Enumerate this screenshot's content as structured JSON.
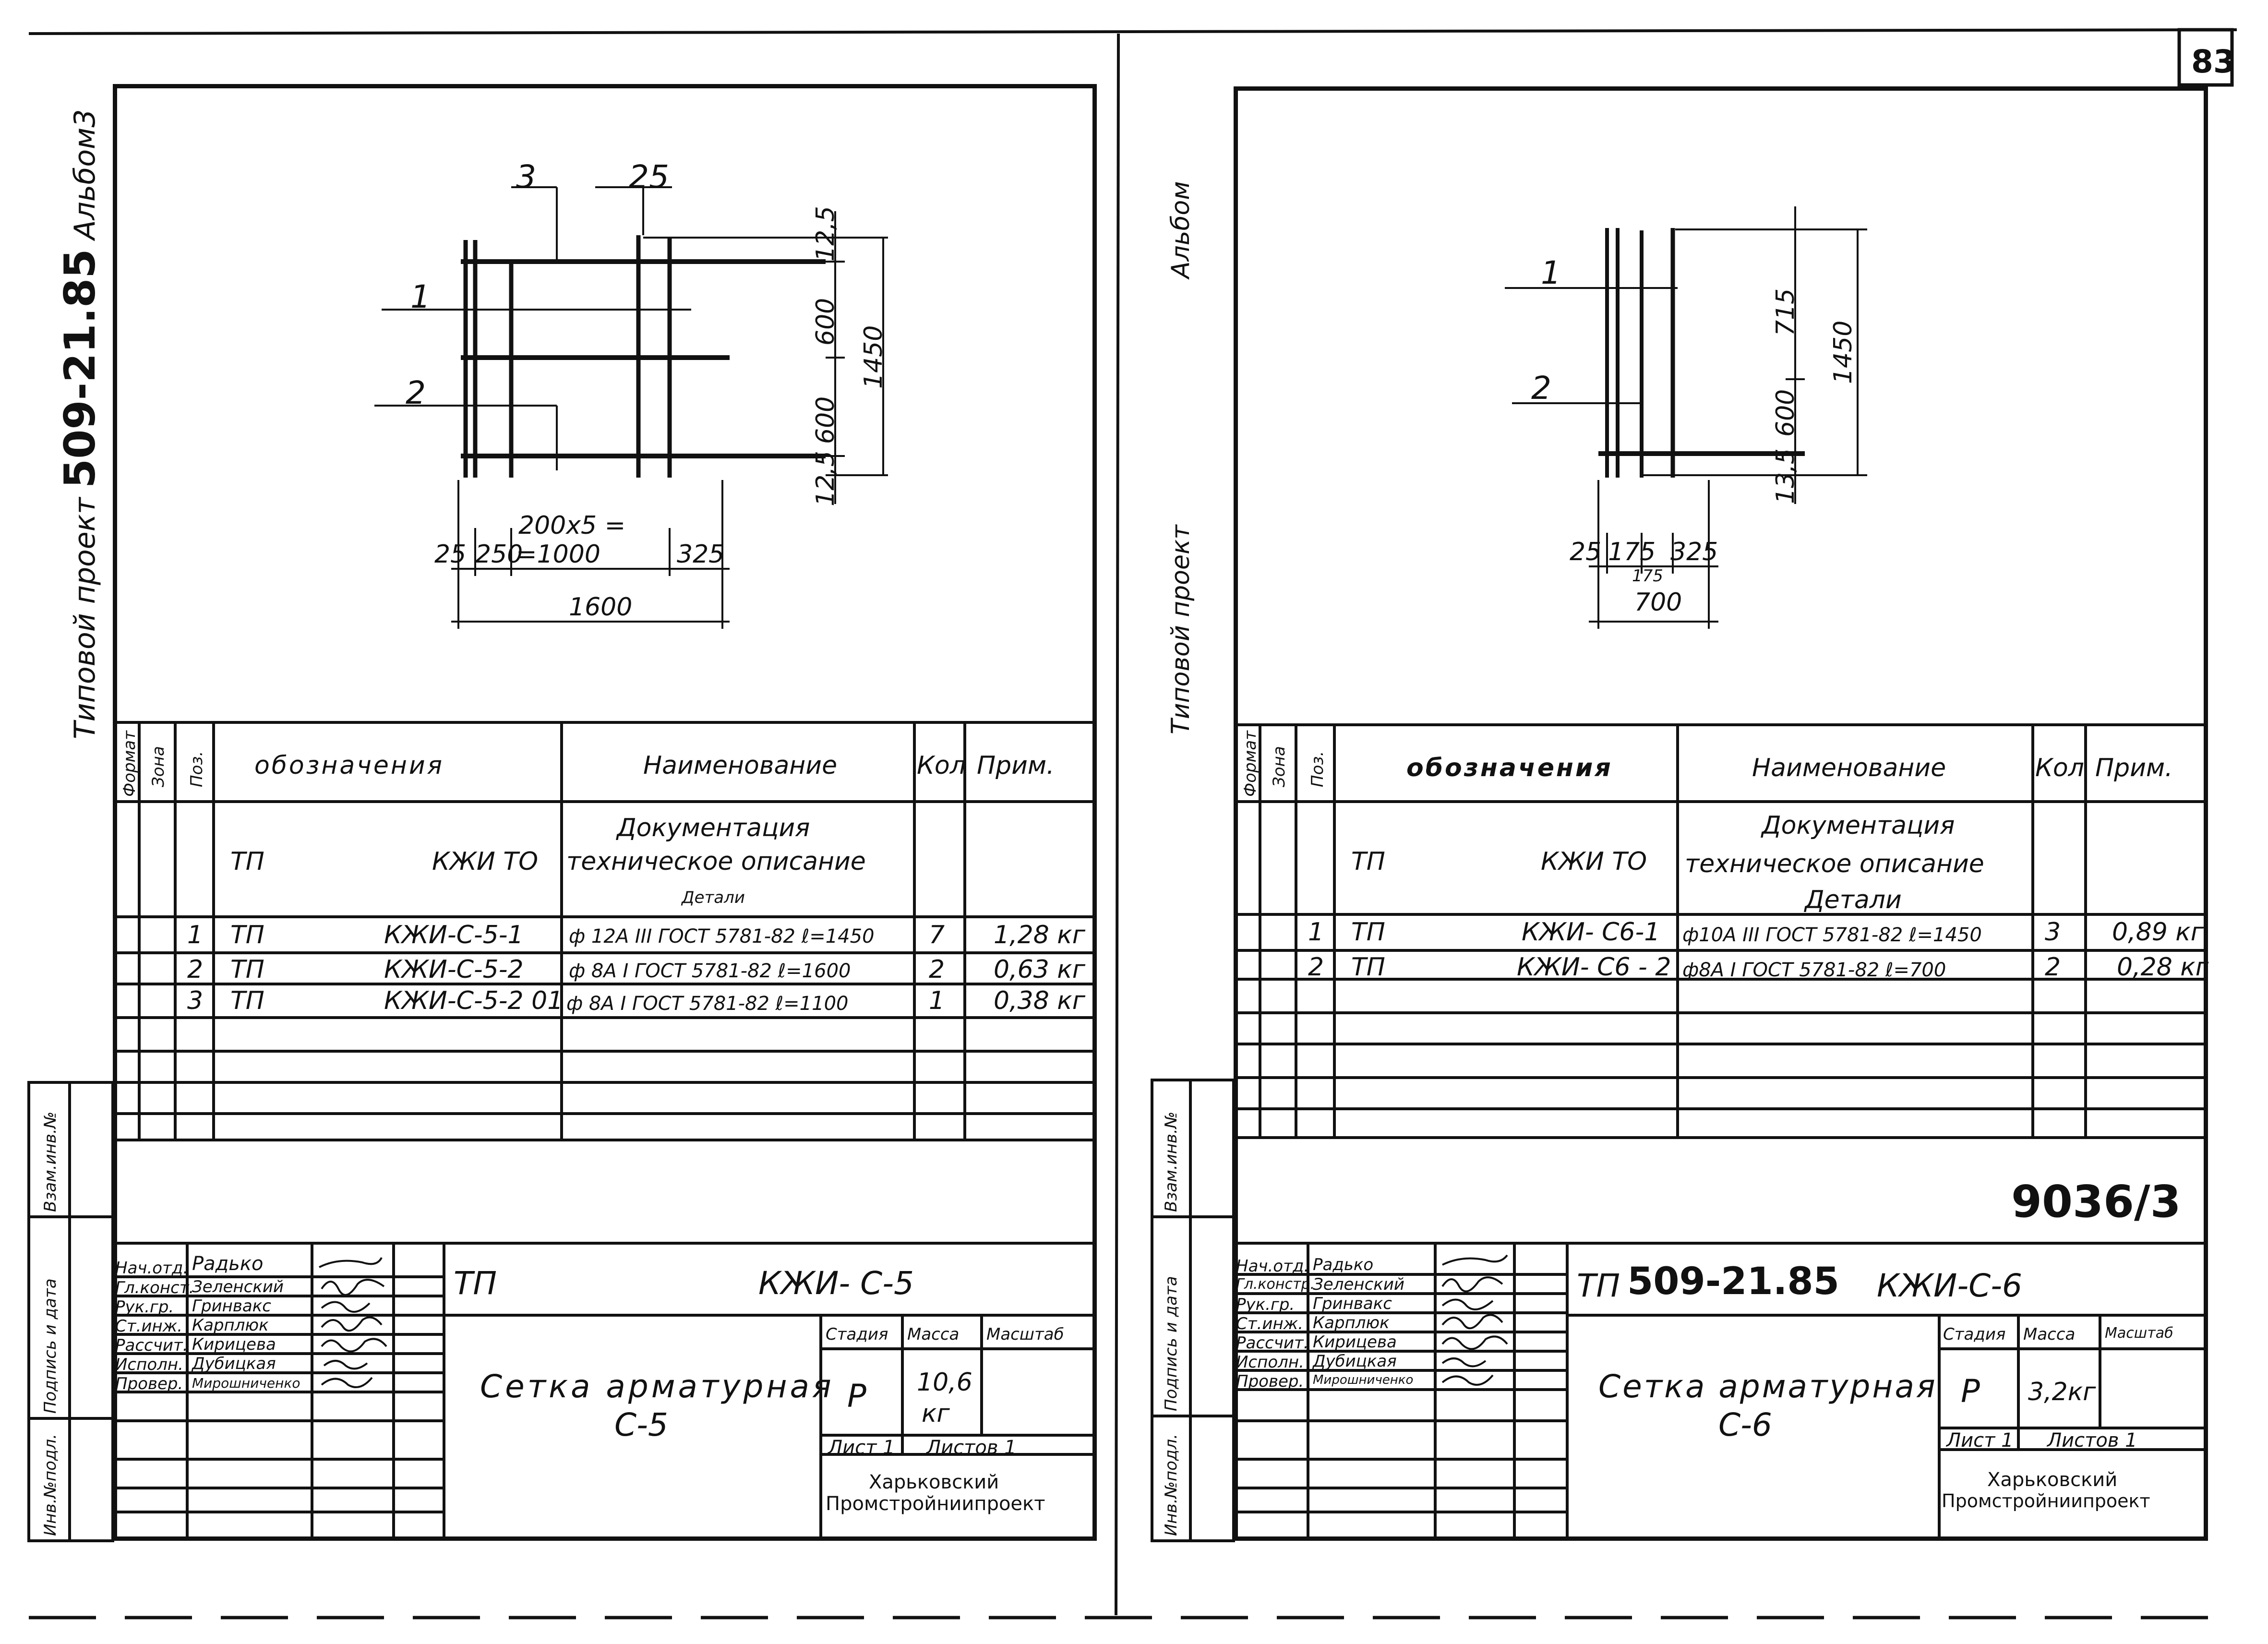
{
  "page_number": "83",
  "left": {
    "side_caption": {
      "prefix": "Типовой проект",
      "number": "509-21.85",
      "suffix": "Альбом3"
    },
    "drawing": {
      "pos_labels": [
        "3",
        "25",
        "1",
        "2"
      ],
      "dims_right": [
        "12,5",
        "600",
        "600",
        "12,5",
        "1450"
      ],
      "dims_bottom": [
        "25",
        "250",
        "200x5 =",
        "=1000",
        "325",
        "1600"
      ]
    },
    "spec": {
      "col_headers": {
        "format": "Формат",
        "zone": "Зона",
        "pos": "Поз.",
        "designation": "обозначения",
        "name": "Наименование",
        "qty": "Кол",
        "note": "Прим."
      },
      "doc_row": {
        "designation_a": "ТП",
        "designation_b": "КЖИ ТО",
        "name_1": "Документация",
        "name_2": "техническое описание",
        "name_3": "Детали"
      },
      "rows": [
        {
          "pos": "1",
          "tp": "ТП",
          "code": "КЖИ-С-5-1",
          "name": "ф 12А III  ГОСТ 5781-82 ℓ=1450",
          "qty": "7",
          "note": "1,28 кг"
        },
        {
          "pos": "2",
          "tp": "ТП",
          "code": "КЖИ-С-5-2",
          "name": "ф 8А I  ГОСТ 5781-82 ℓ=1600",
          "qty": "2",
          "note": "0,63 кг"
        },
        {
          "pos": "3",
          "tp": "ТП",
          "code": "КЖИ-С-5-2 01",
          "name": "ф 8А I  ГОСТ 5781-82 ℓ=1100",
          "qty": "1",
          "note": "0,38 кг"
        }
      ]
    },
    "left_strip": [
      "Взам.инв.№",
      "Подпись и дата",
      "Инв.№подл."
    ],
    "title_block": {
      "roles": [
        "Нач.отд.",
        "Гл.конст.",
        "Рук.гр.",
        "Ст.инж.",
        "Рассчит.",
        "Исполн.",
        "Провер."
      ],
      "names": [
        "Радько",
        "Зеленский",
        "Гринвакс",
        "Карплюк",
        "Кирицева",
        "Дубицкая",
        "Мирошниченко"
      ],
      "doc_code_a": "ТП",
      "doc_code_b": "КЖИ- С-5",
      "title_1": "Сетка арматурная",
      "title_2": "С-5",
      "stage_label": "Стадия",
      "mass_label": "Масса",
      "scale_label": "Масштаб",
      "stage": "Р",
      "mass": "10,6",
      "mass_unit": "кг",
      "sheet": "Лист 1",
      "sheets": "Листов 1",
      "org_1": "Харьковский",
      "org_2": "Промстройниипроект"
    }
  },
  "right": {
    "side_caption": {
      "prefix": "Типовой проект",
      "suffix": "Альбом"
    },
    "drawing": {
      "pos_labels": [
        "1",
        "2"
      ],
      "dims_right": [
        "715",
        "600",
        "13,5",
        "1450"
      ],
      "dims_bottom": [
        "25",
        "175",
        "325",
        "175",
        "700"
      ]
    },
    "spec": {
      "col_headers": {
        "format": "Формат",
        "zone": "Зона",
        "pos": "Поз.",
        "designation": "обозначения",
        "name": "Наименование",
        "qty": "Кол",
        "note": "Прим."
      },
      "doc_row": {
        "designation_a": "ТП",
        "designation_b": "КЖИ ТО",
        "name_1": "Документация",
        "name_2": "техническое описание",
        "name_3": "Детали"
      },
      "rows": [
        {
          "pos": "1",
          "tp": "ТП",
          "code": "КЖИ- С6-1",
          "name": "ф10А III ГОСТ 5781-82 ℓ=1450",
          "qty": "3",
          "note": "0,89 кг"
        },
        {
          "pos": "2",
          "tp": "ТП",
          "code": "КЖИ- С6 - 2",
          "name": "ф8А I  ГОСТ 5781-82  ℓ=700",
          "qty": "2",
          "note": "0,28 кг"
        }
      ]
    },
    "left_strip": [
      "Взам.инв.№",
      "Подпись и дата",
      "Инв.№подл."
    ],
    "doc_number": "9036/3",
    "title_block": {
      "roles": [
        "Нач.отд.",
        "Гл.констр.",
        "Рук.гр.",
        "Ст.инж.",
        "Рассчит.",
        "Исполн.",
        "Провер."
      ],
      "names": [
        "Радько",
        "Зеленский",
        "Гринвакс",
        "Карплюк",
        "Кирицева",
        "Дубицкая",
        "Мирошниченко"
      ],
      "doc_code_a": "ТП",
      "doc_code_num": "509-21.85",
      "doc_code_b": "КЖИ-С-6",
      "title_1": "Сетка арматурная",
      "title_2": "С-6",
      "stage_label": "Стадия",
      "mass_label": "Масса",
      "scale_label": "Масштаб",
      "stage": "Р",
      "mass": "3,2кг",
      "sheet": "Лист 1",
      "sheets": "Листов 1",
      "org_1": "Харьковский",
      "org_2": "Промстройниипроект"
    }
  }
}
